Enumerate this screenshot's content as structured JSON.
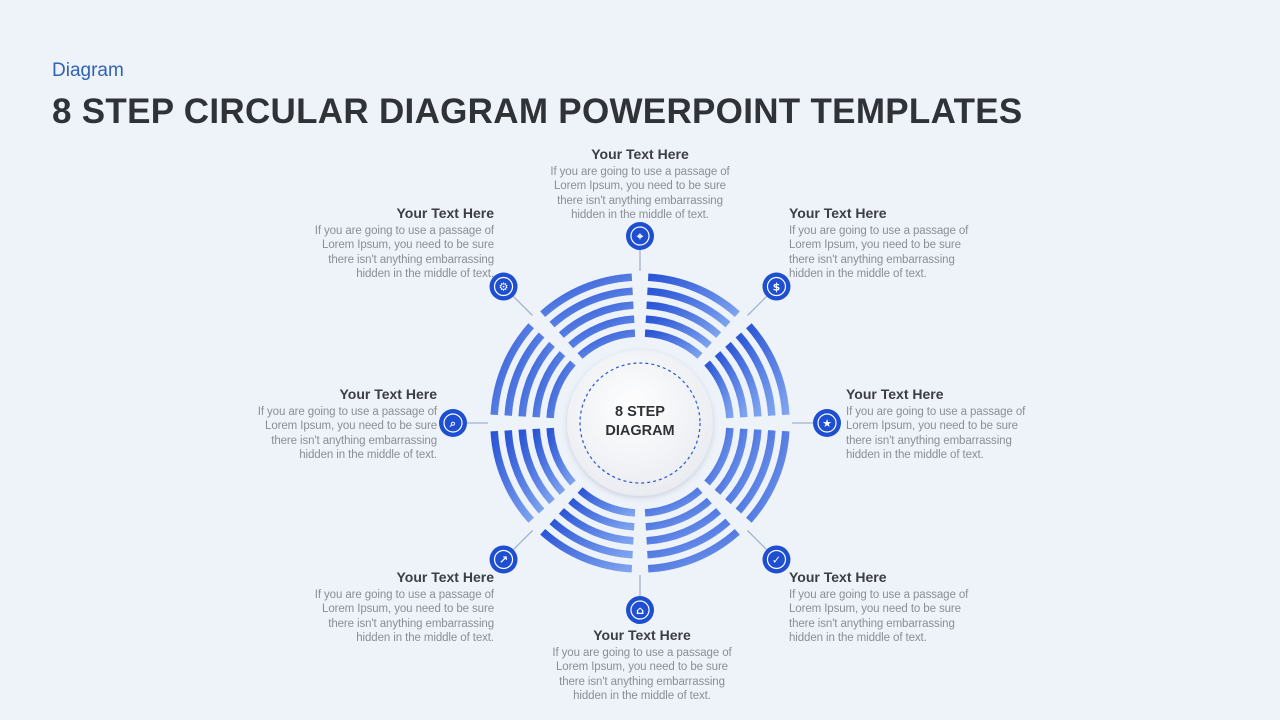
{
  "header": {
    "category": "Diagram",
    "title": "8 STEP CIRCULAR DIAGRAM POWERPOINT TEMPLATES"
  },
  "center": {
    "line1": "8 STEP",
    "line2": "DIAGRAM"
  },
  "colors": {
    "accent": "#1f4fd1",
    "ring_light": "#7ea3ef",
    "background": "#eef2f9"
  },
  "steps": [
    {
      "title": "Your Text Here",
      "body": "If you  are going to use a passage of Lorem Ipsum, you need to  be sure there isn't anything embarrassing hidden in the middle of text.",
      "icon": "compass-icon"
    },
    {
      "title": "Your Text Here",
      "body": "If you  are going to use a passage of Lorem Ipsum, you need to  be sure there isn't anything embarrassing hidden in the middle of text.",
      "icon": "dollar-coin-icon"
    },
    {
      "title": "Your Text Here",
      "body": "If you  are going to use a passage of Lorem Ipsum, you need to  be sure there isn't anything embarrassing hidden in the middle of text.",
      "icon": "medal-icon"
    },
    {
      "title": "Your Text Here",
      "body": "If you  are going to use a passage of Lorem Ipsum, you need to  be sure there isn't anything embarrassing hidden in the middle of text.",
      "icon": "shield-icon"
    },
    {
      "title": "Your Text Here",
      "body": "If you  are going to use a passage of Lorem Ipsum, you need to  be sure there isn't anything embarrassing hidden in the middle of text.",
      "icon": "home-icon"
    },
    {
      "title": "Your Text Here",
      "body": "If you  are going to use a passage of Lorem Ipsum, you need to  be sure there isn't anything embarrassing hidden in the middle of text.",
      "icon": "bar-chart-icon"
    },
    {
      "title": "Your Text Here",
      "body": "If you  are going to use a passage of Lorem Ipsum, you need to  be sure there isn't anything embarrassing hidden in the middle of text.",
      "icon": "house-search-icon"
    },
    {
      "title": "Your Text Here",
      "body": "If you  are going to use a passage of Lorem Ipsum, you need to  be sure there isn't anything embarrassing hidden in the middle of text.",
      "icon": "gear-icon"
    }
  ]
}
